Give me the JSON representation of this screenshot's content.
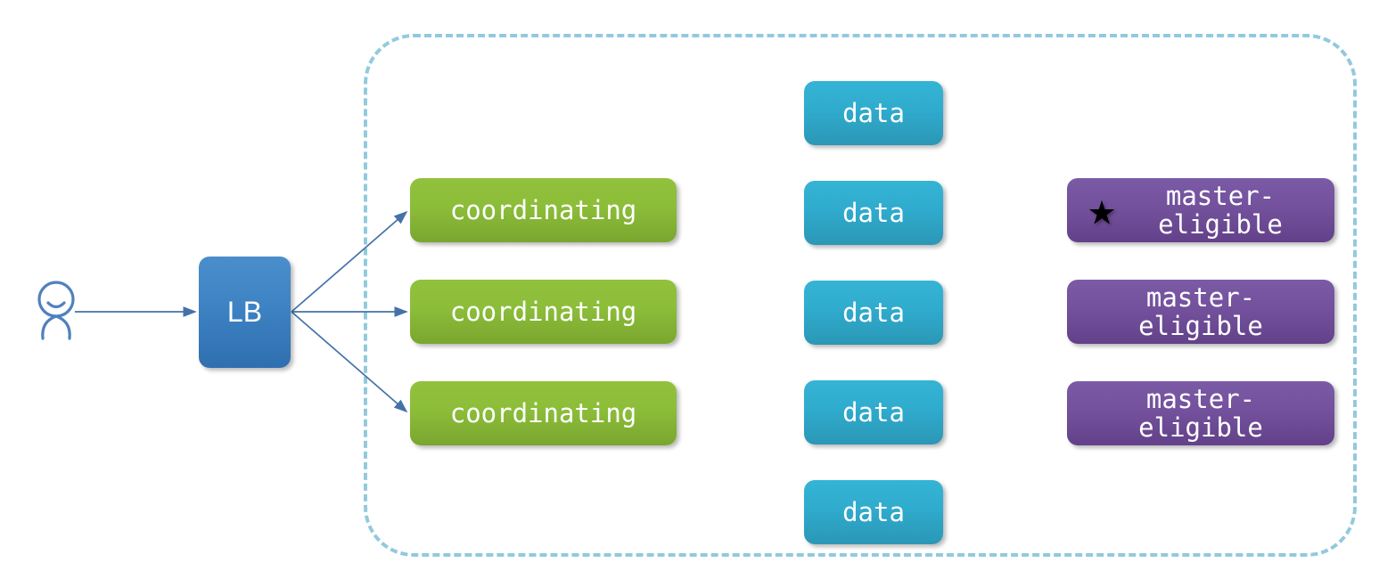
{
  "diagram": {
    "title": "Elasticsearch cluster node roles topology",
    "background": "#ffffff",
    "colors": {
      "boundary": "#92cadd",
      "coordinating": "#8cbd39",
      "data": "#2fabcd",
      "master": "#73519c",
      "load_balancer": "#3f84c4",
      "arrow": "#4472a8",
      "person": "#4f81bd",
      "star": "#000000",
      "node_text": "#ffffff"
    },
    "client": {
      "icon": "person-icon",
      "label": ""
    },
    "load_balancer": {
      "label": "LB"
    },
    "cluster_boundary": {
      "label": "",
      "border_style": "dash-dot"
    },
    "columns": [
      {
        "name": "coordinating-column",
        "nodes": [
          {
            "label": "coordinating",
            "starred": false
          },
          {
            "label": "coordinating",
            "starred": false
          },
          {
            "label": "coordinating",
            "starred": false
          }
        ]
      },
      {
        "name": "data-column",
        "nodes": [
          {
            "label": "data",
            "starred": false
          },
          {
            "label": "data",
            "starred": false
          },
          {
            "label": "data",
            "starred": false
          },
          {
            "label": "data",
            "starred": false
          },
          {
            "label": "data",
            "starred": false
          }
        ]
      },
      {
        "name": "master-eligible-column",
        "nodes": [
          {
            "label_line1": "master-",
            "label_line2": "eligible",
            "starred": true,
            "star_glyph": "★"
          },
          {
            "label_line1": "master-",
            "label_line2": "eligible",
            "starred": false,
            "star_glyph": ""
          },
          {
            "label_line1": "master-",
            "label_line2": "eligible",
            "starred": false,
            "star_glyph": ""
          }
        ]
      }
    ],
    "connections": [
      {
        "from": "client",
        "to": "load-balancer"
      },
      {
        "from": "load-balancer",
        "to": "coordinating-node-1"
      },
      {
        "from": "load-balancer",
        "to": "coordinating-node-2"
      },
      {
        "from": "load-balancer",
        "to": "coordinating-node-3"
      }
    ]
  }
}
